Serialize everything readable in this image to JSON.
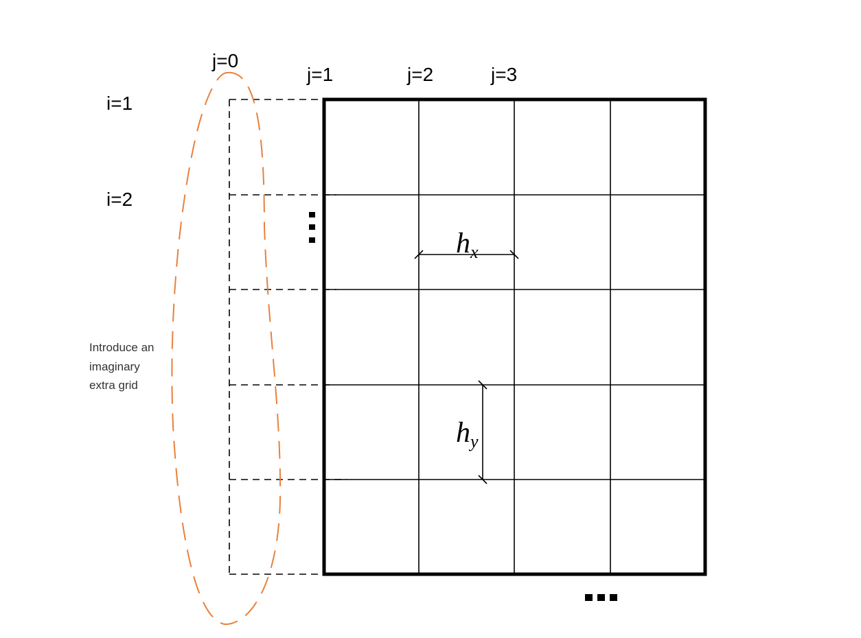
{
  "labels": {
    "columns": [
      "j=0",
      "j=1",
      "j=2",
      "j=3"
    ],
    "rows": [
      "i=1",
      "i=2"
    ],
    "note": [
      "Introduce an",
      "imaginary",
      "extra grid"
    ],
    "hx": {
      "base": "h",
      "sub": "x"
    },
    "hy": {
      "base": "h",
      "sub": "y"
    }
  },
  "colors": {
    "grid": "#000000",
    "imaginary_column": "#000000",
    "highlight_ellipse": "#e8803a"
  }
}
